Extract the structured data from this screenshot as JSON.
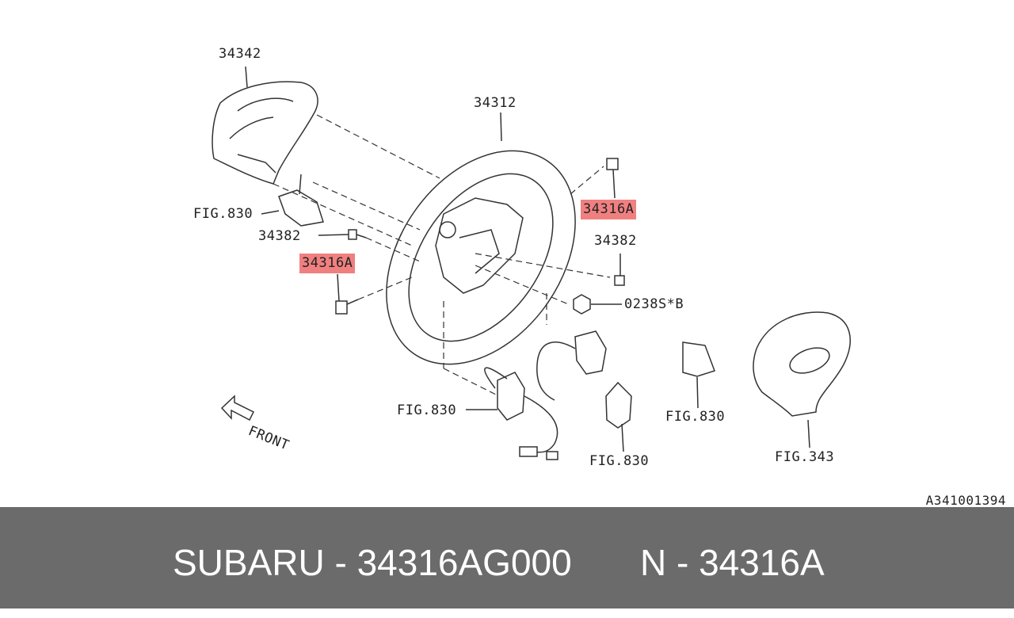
{
  "labels": {
    "p34342": "34342",
    "p34312": "34312",
    "p34316a_top": "34316A",
    "p34382_right": "34382",
    "p0238sb": "0238S*B",
    "fig830_left": "FIG.830",
    "p34382_left": "34382",
    "p34316a_left": "34316A",
    "fig830_bottom": "FIG.830",
    "fig830_mid": "FIG.830",
    "fig830_right": "FIG.830",
    "fig343": "FIG.343",
    "front": "FRONT"
  },
  "diagram_code": "A341001394",
  "footer": {
    "left": "SUBARU - 34316AG000",
    "right": "N - 34316A"
  },
  "colors": {
    "highlight": "#f08080",
    "footer_bg": "#6b6b6b",
    "footer_text": "#ffffff"
  }
}
